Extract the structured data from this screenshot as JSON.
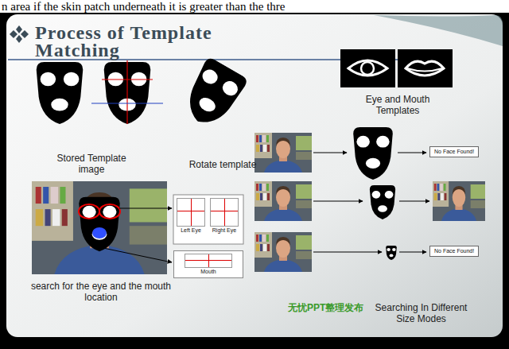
{
  "diagram": {
    "title": "Process of Template Matching",
    "nodes": [
      {
        "text": [
          "Left Eye"
        ]
      },
      {
        "text": [
          "Right Eye"
        ]
      },
      {
        "text": [
          "Mouth"
        ]
      },
      {
        "text": [
          "No Face Found!"
        ]
      },
      {
        "text": [
          "No Face Found!"
        ]
      }
    ],
    "labels": [
      "n area if the skin patch underneath it is greater than the thre",
      "Stored Template image",
      "Rotate template",
      "Eye and Mouth Templates",
      "search for the eye and the mouth location",
      "Searching In Different Size Modes",
      "无忧PPT整理发布"
    ]
  }
}
